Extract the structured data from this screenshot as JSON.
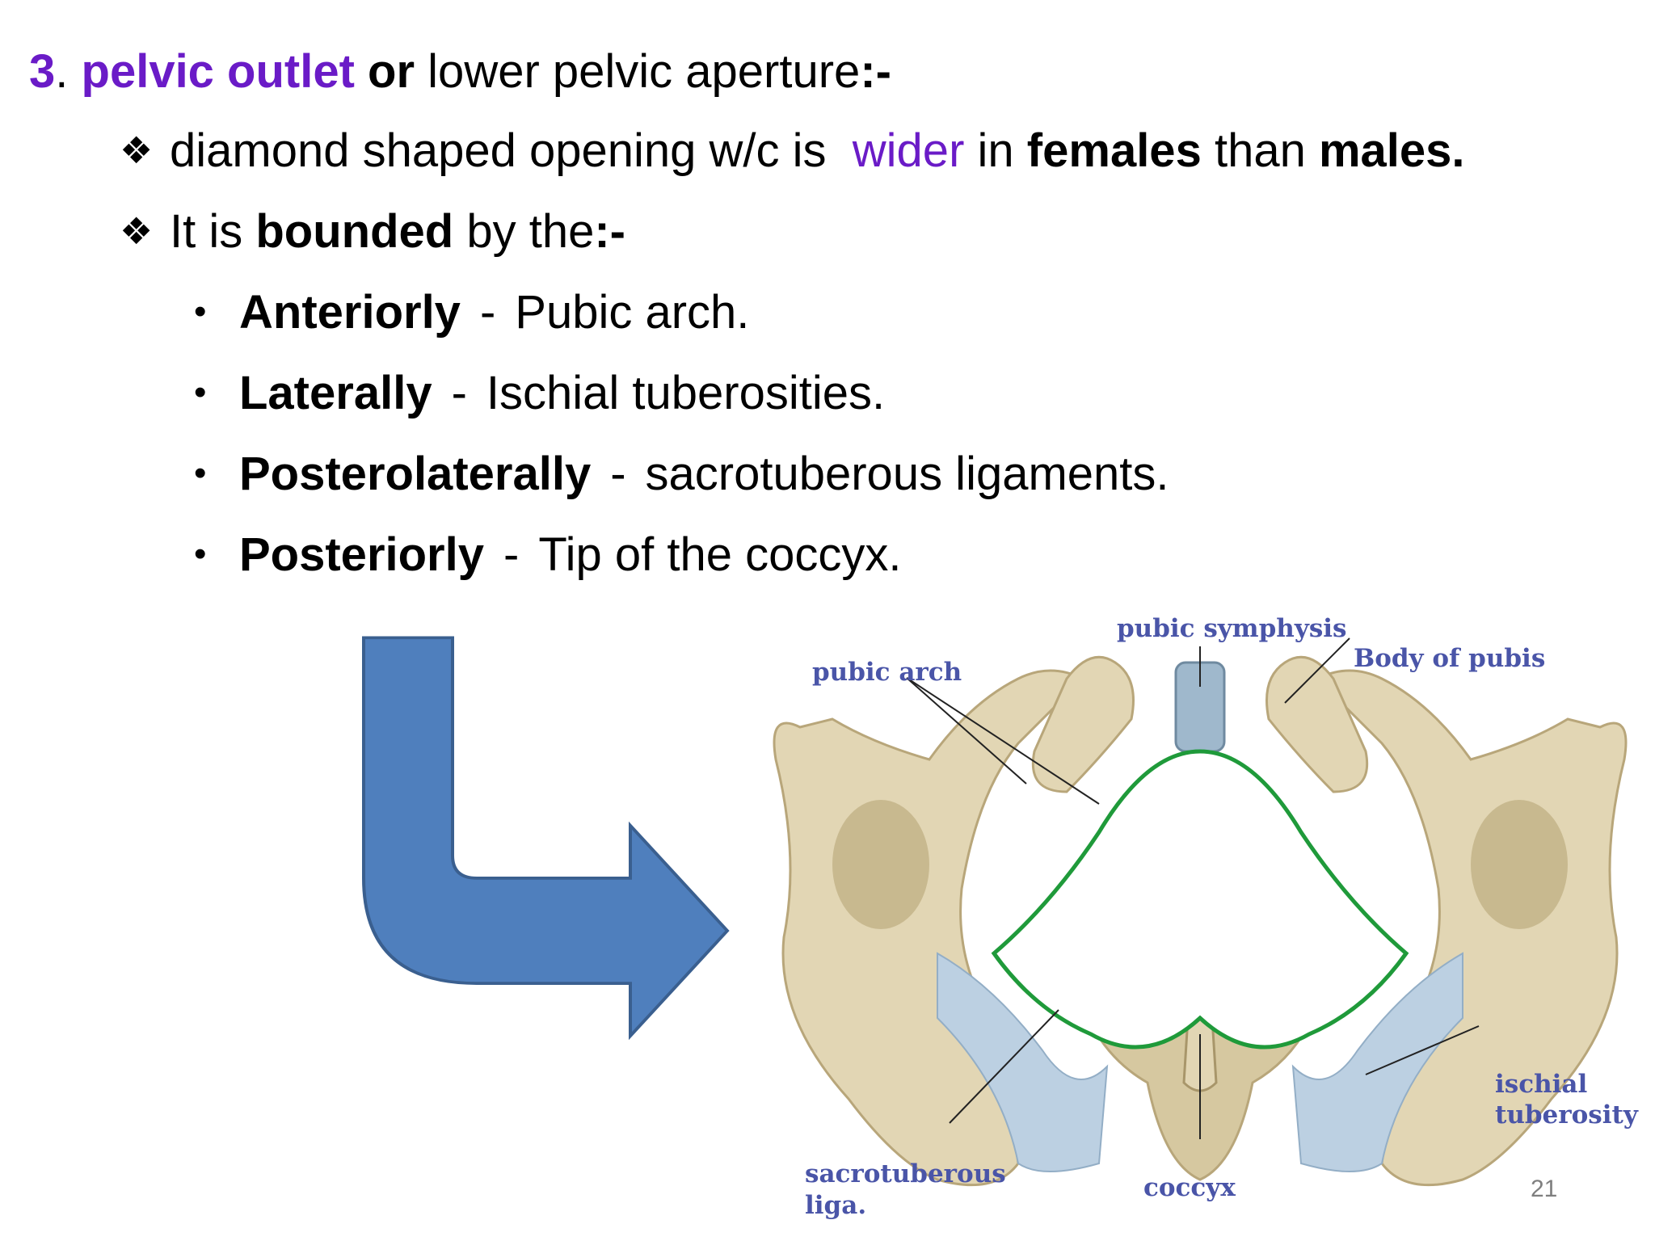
{
  "heading": {
    "number": "3",
    "dot": ".",
    "term": "pelvic outlet",
    "or": "or",
    "rest": "lower pelvic aperture",
    "colon": ":-"
  },
  "bullet1": {
    "icon": "diamond-bullet-icon",
    "text_a": "diamond shaped opening w/c is",
    "wider": "wider",
    "text_b": "in",
    "females": "females",
    "text_c": "than",
    "males": "males."
  },
  "bullet2": {
    "icon": "diamond-bullet-icon",
    "text_a": "It is",
    "bounded": "bounded",
    "text_b": "by the",
    "colon": ":-"
  },
  "boundaries": [
    {
      "term": "Anteriorly",
      "dash": "-",
      "desc": "Pubic arch."
    },
    {
      "term": "Laterally",
      "dash": "-",
      "desc": "Ischial tuberosities."
    },
    {
      "term": "Posterolaterally",
      "dash": "-",
      "desc": "sacrotuberous ligaments."
    },
    {
      "term": "Posteriorly",
      "dash": "-",
      "desc": "Tip of the coccyx."
    }
  ],
  "arrow": {
    "icon": "curved-arrow-icon",
    "color": "#4f7fbd",
    "border": "#3a5f8f"
  },
  "figure": {
    "labels": {
      "pubic_symphysis": "pubic symphysis",
      "body_of_pubis": "Body of pubis",
      "pubic_arch": "pubic arch",
      "ischial_1": "ischial",
      "ischial_2": "tuberosity",
      "sacro_1": "sacrotuberous",
      "sacro_2": "liga.",
      "coccyx": "coccyx"
    },
    "colors": {
      "bone": "#e2d6b4",
      "bone_shade": "#c8b98f",
      "ligament": "#bcd0e2",
      "outline": "#1f9a3a",
      "label": "#4a55a8"
    }
  },
  "page_number": "21",
  "colors": {
    "accent_purple": "#6a1bc7",
    "text": "#000000"
  }
}
